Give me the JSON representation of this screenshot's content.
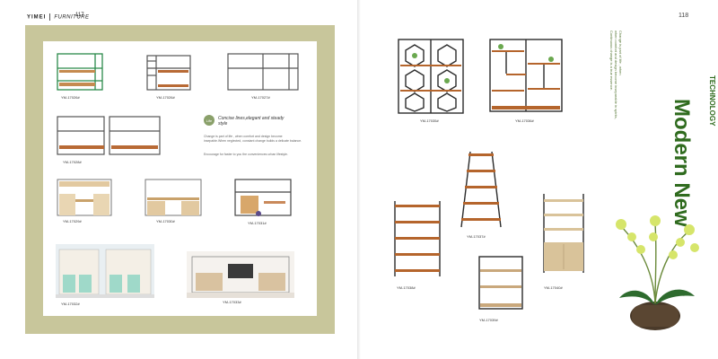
{
  "left_page": {
    "brand": "YIMEI",
    "series": "FURNITURE",
    "page_number": "117",
    "products": [
      {
        "code": "YM-17026#"
      },
      {
        "code": "YM-17026#"
      },
      {
        "code": "YM-17027#"
      },
      {
        "code": "YM-17028#"
      },
      {
        "code": "YM-17029#"
      },
      {
        "code": "YM-17030#"
      },
      {
        "code": "YM-17031#"
      },
      {
        "code": "YM-17032#"
      },
      {
        "code": "YM-17033#"
      }
    ],
    "feature": {
      "badge": "Life",
      "heading": "Concise lines,elegant and steady style",
      "body1": "Change is part of life , when comfort and design become insepable.When neglected, constant change builds a delicate balance.",
      "body2": "Encourage for faster to you the conveniences urban lifestyle."
    }
  },
  "right_page": {
    "page_number": "118",
    "title_big": "Modern New",
    "title_small": "TECHNOLOGY",
    "intro_lines": [
      "Change is part of life , when",
      "when comfort and design become inseparable in spirits,",
      "Continuous change is a true essence."
    ],
    "products": [
      {
        "code": "YM-17035#"
      },
      {
        "code": "YM-17036#"
      },
      {
        "code": "YM-17037#"
      },
      {
        "code": "YM-17038#"
      },
      {
        "code": "YM-17039#"
      },
      {
        "code": "YM-17040#"
      }
    ]
  },
  "colors": {
    "frame": "#c8c69b",
    "accent_green": "#2f6b1e",
    "wood": "#b5652c",
    "metal": "#333333"
  }
}
